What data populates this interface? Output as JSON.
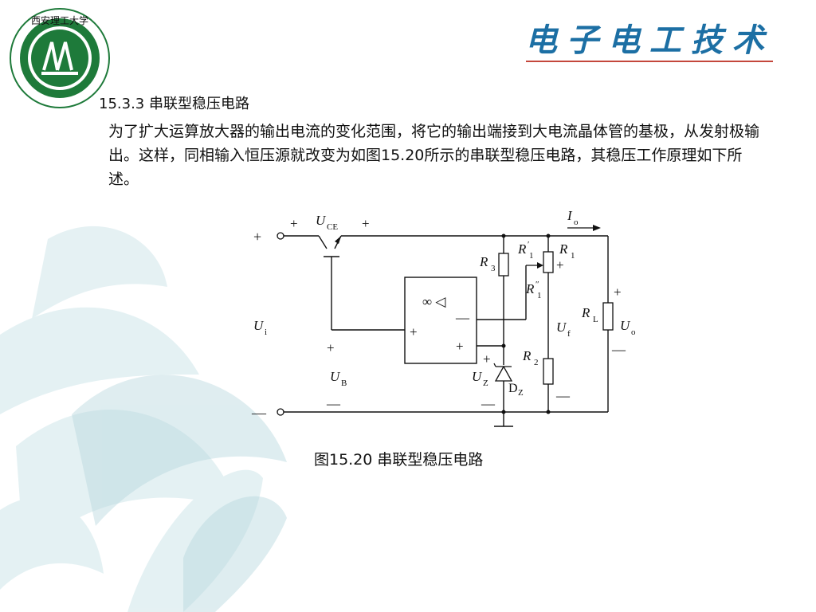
{
  "header": {
    "brand_title": "电子电工技术",
    "logo_text": "西安理工大学"
  },
  "content": {
    "section_title": "15.3.3  串联型稳压电路",
    "paragraph": "为了扩大运算放大器的输出电流的变化范围，将它的输出端接到大电流晶体管的基极，从发射极输出。这样，同相输入恒压源就改变为如图15.20所示的串联型稳压电路，其稳压工作原理如下所述。",
    "caption": "图15.20  串联型稳压电路"
  },
  "figure": {
    "labels": {
      "input_plus": "+",
      "input_minus": "—",
      "uce_plus_left": "+",
      "uce_plus_right": "+",
      "uce_U": "U",
      "uce_sub": "CE",
      "io_I": "I",
      "io_sub": "o",
      "ui_U": "U",
      "ui_sub": "i",
      "ub_plus": "+",
      "ub_U": "U",
      "ub_sub": "B",
      "ub_minus": "—",
      "opamp_symbol": "∞ ◁",
      "opamp_minus": "—",
      "opamp_plus_in": "+",
      "opamp_plus_out": "+",
      "r3_R": "R",
      "r3_sub": "3",
      "r1p_R": "R",
      "r1p_sub": "1",
      "r1pp_R": "R",
      "r1pp_sub": "1",
      "r1_R": "R",
      "r1_sub": "1",
      "r1_plus": "+",
      "uf_U": "U",
      "uf_sub": "f",
      "r2_R": "R",
      "r2_sub": "2",
      "r2_minus": "—",
      "uz_plus": "+",
      "uz_U": "U",
      "uz_sub": "Z",
      "dz_D": "D",
      "dz_sub": "Z",
      "uz_minus": "—",
      "rl_R": "R",
      "rl_sub": "L",
      "uo_plus": "+",
      "uo_U": "U",
      "uo_sub": "o",
      "uo_minus": "—"
    }
  }
}
